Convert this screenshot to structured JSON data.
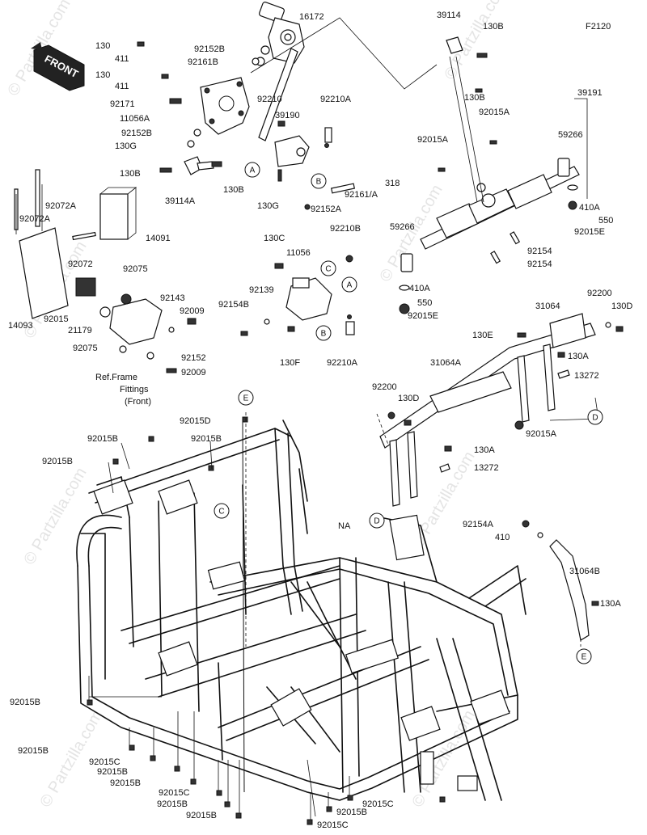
{
  "figure_code": "F2120",
  "front_badge": "FRONT",
  "ref_note": [
    "Ref.Frame",
    "Fittings",
    "(Front)"
  ],
  "watermark": "© Partzilla.com",
  "callouts": [
    "A",
    "B",
    "C",
    "D",
    "E"
  ],
  "labels": [
    {
      "id": "l1",
      "text": "16172"
    },
    {
      "id": "l2",
      "text": "39114"
    },
    {
      "id": "l3",
      "text": "130B"
    },
    {
      "id": "l4",
      "text": "F2120"
    },
    {
      "id": "l5",
      "text": "130"
    },
    {
      "id": "l6",
      "text": "411"
    },
    {
      "id": "l7",
      "text": "92152B"
    },
    {
      "id": "l8",
      "text": "92161B"
    },
    {
      "id": "l9",
      "text": "130"
    },
    {
      "id": "l10",
      "text": "411"
    },
    {
      "id": "l11",
      "text": "130B"
    },
    {
      "id": "l12",
      "text": "92015A"
    },
    {
      "id": "l13",
      "text": "39191"
    },
    {
      "id": "l14",
      "text": "92171"
    },
    {
      "id": "l15",
      "text": "92210"
    },
    {
      "id": "l16",
      "text": "92210A"
    },
    {
      "id": "l17",
      "text": "11056A"
    },
    {
      "id": "l18",
      "text": "39190"
    },
    {
      "id": "l19",
      "text": "92152B"
    },
    {
      "id": "l20",
      "text": "130G"
    },
    {
      "id": "l21",
      "text": "92015A"
    },
    {
      "id": "l22",
      "text": "59266"
    },
    {
      "id": "l23",
      "text": "130B"
    },
    {
      "id": "l24",
      "text": "130B"
    },
    {
      "id": "l25",
      "text": "318"
    },
    {
      "id": "l26",
      "text": "39114A"
    },
    {
      "id": "l27",
      "text": "130G"
    },
    {
      "id": "l28",
      "text": "92161/A"
    },
    {
      "id": "l29",
      "text": "92152A"
    },
    {
      "id": "l30",
      "text": "92072A"
    },
    {
      "id": "l31",
      "text": "92072A"
    },
    {
      "id": "l32",
      "text": "410A"
    },
    {
      "id": "l33",
      "text": "550"
    },
    {
      "id": "l34",
      "text": "59266"
    },
    {
      "id": "l35",
      "text": "92015E"
    },
    {
      "id": "l36",
      "text": "14091"
    },
    {
      "id": "l37",
      "text": "130C"
    },
    {
      "id": "l38",
      "text": "92210B"
    },
    {
      "id": "l39",
      "text": "92072"
    },
    {
      "id": "l40",
      "text": "11056"
    },
    {
      "id": "l41",
      "text": "92154"
    },
    {
      "id": "l42",
      "text": "92154"
    },
    {
      "id": "l43",
      "text": "92075"
    },
    {
      "id": "l44",
      "text": "92139"
    },
    {
      "id": "l45",
      "text": "410A"
    },
    {
      "id": "l46",
      "text": "92143"
    },
    {
      "id": "l47",
      "text": "92154B"
    },
    {
      "id": "l48",
      "text": "550"
    },
    {
      "id": "l49",
      "text": "92200"
    },
    {
      "id": "l50",
      "text": "14093"
    },
    {
      "id": "l51",
      "text": "92015"
    },
    {
      "id": "l52",
      "text": "92009"
    },
    {
      "id": "l53",
      "text": "92015E"
    },
    {
      "id": "l54",
      "text": "31064"
    },
    {
      "id": "l55",
      "text": "130D"
    },
    {
      "id": "l56",
      "text": "21179"
    },
    {
      "id": "l57",
      "text": "130E"
    },
    {
      "id": "l58",
      "text": "130A"
    },
    {
      "id": "l59",
      "text": "92075"
    },
    {
      "id": "l60",
      "text": "130F"
    },
    {
      "id": "l61",
      "text": "92210A"
    },
    {
      "id": "l62",
      "text": "31064A"
    },
    {
      "id": "l63",
      "text": "13272"
    },
    {
      "id": "l64",
      "text": "92152"
    },
    {
      "id": "l65",
      "text": "92009"
    },
    {
      "id": "l66",
      "text": "92200"
    },
    {
      "id": "l67",
      "text": "130D"
    },
    {
      "id": "l68",
      "text": "92015D"
    },
    {
      "id": "l69",
      "text": "92015A"
    },
    {
      "id": "l70",
      "text": "92015B"
    },
    {
      "id": "l71",
      "text": "92015B"
    },
    {
      "id": "l72",
      "text": "130A"
    },
    {
      "id": "l73",
      "text": "92015B"
    },
    {
      "id": "l74",
      "text": "13272"
    },
    {
      "id": "l75",
      "text": "92154A"
    },
    {
      "id": "l76",
      "text": "410"
    },
    {
      "id": "l77",
      "text": "NA"
    },
    {
      "id": "l78",
      "text": "31064B"
    },
    {
      "id": "l79",
      "text": "130A"
    },
    {
      "id": "l80",
      "text": "92015B"
    },
    {
      "id": "l81",
      "text": "92015B"
    },
    {
      "id": "l82",
      "text": "92015C"
    },
    {
      "id": "l83",
      "text": "92015B"
    },
    {
      "id": "l84",
      "text": "92015B"
    },
    {
      "id": "l85",
      "text": "92015C"
    },
    {
      "id": "l86",
      "text": "92015B"
    },
    {
      "id": "l87",
      "text": "92015C"
    },
    {
      "id": "l88",
      "text": "92015B"
    },
    {
      "id": "l89",
      "text": "92015B"
    },
    {
      "id": "l90",
      "text": "92015C"
    }
  ]
}
